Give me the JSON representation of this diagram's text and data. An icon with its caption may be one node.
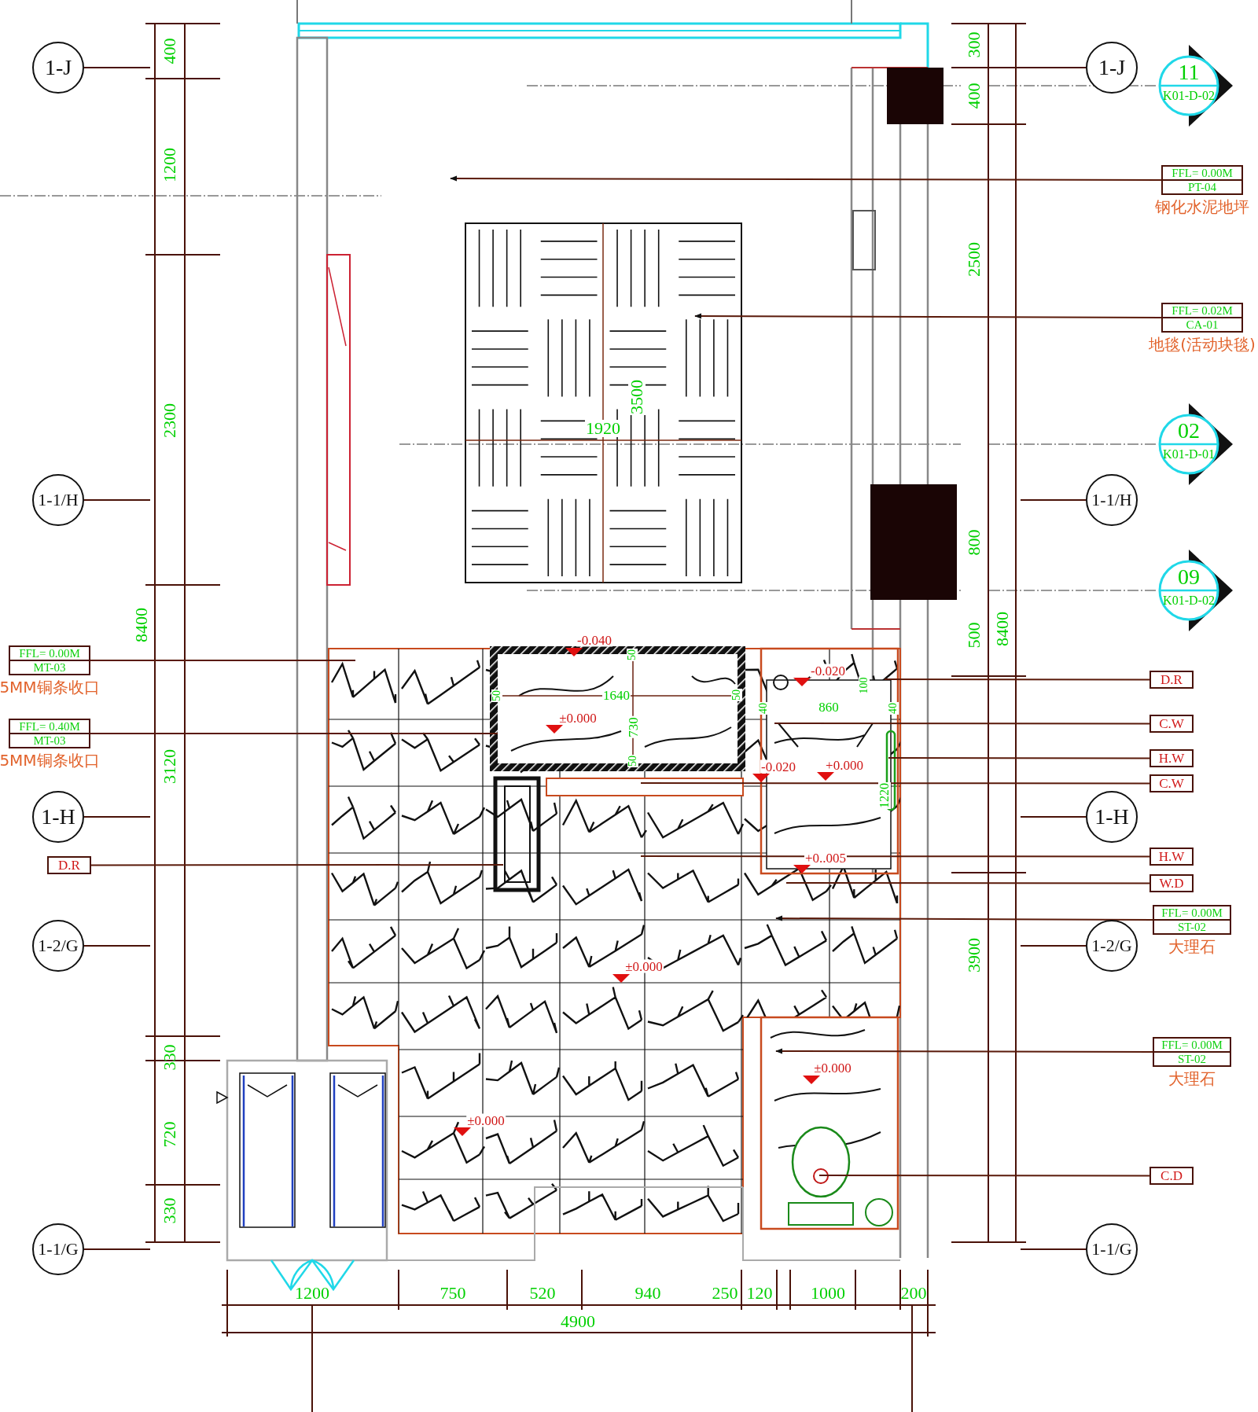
{
  "diagram": {
    "nodes": [
      {
        "text": [
          "1-J"
        ]
      },
      {
        "text": [
          "1-J"
        ]
      },
      {
        "text": [
          "11",
          "K01-D-02"
        ]
      },
      {
        "text": [
          "FFL= 0.00M",
          "PT-04"
        ],
        "beside": [
          "钢化水泥地坪"
        ]
      },
      {
        "text": [
          "FFL= 0.02M",
          "CA-01"
        ],
        "beside": [
          "地毯(活动块毯)"
        ]
      },
      {
        "text": [
          "02",
          "K01-D-01"
        ]
      },
      {
        "text": [
          "1-1/H"
        ]
      },
      {
        "text": [
          "1-1/H"
        ]
      },
      {
        "text": [
          "09",
          "K01-D-02"
        ]
      },
      {
        "text": [
          "FFL= 0.00M",
          "MT-03"
        ],
        "beside": [
          "5MM铜条收口"
        ]
      },
      {
        "text": [
          "D.R"
        ]
      },
      {
        "text": [
          "C.W"
        ]
      },
      {
        "text": [
          "FFL= 0.40M",
          "MT-03"
        ],
        "beside": [
          "5MM铜条收口"
        ]
      },
      {
        "text": [
          "H.W"
        ]
      },
      {
        "text": [
          "C.W"
        ]
      },
      {
        "text": [
          "1-H"
        ]
      },
      {
        "text": [
          "1-H"
        ]
      },
      {
        "text": [
          "H.W"
        ]
      },
      {
        "text": [
          "D.R"
        ]
      },
      {
        "text": [
          "W.D"
        ]
      },
      {
        "text": [
          "FFL= 0.00M",
          "ST-02"
        ],
        "beside": [
          "大理石"
        ]
      },
      {
        "text": [
          "1-2/G"
        ]
      },
      {
        "text": [
          "1-2/G"
        ]
      },
      {
        "text": [
          "FFL= 0.00M",
          "ST-02"
        ],
        "beside": [
          "大理石"
        ]
      },
      {
        "text": [
          "C.D"
        ]
      },
      {
        "text": [
          "1-1/G"
        ]
      },
      {
        "text": [
          "1-1/G"
        ]
      }
    ],
    "edges": [
      {
        "from": 3,
        "to": null,
        "arrow": "to"
      },
      {
        "from": 4,
        "to": null,
        "arrow": "to"
      },
      {
        "from": 9,
        "to": null,
        "arrow": "none"
      },
      {
        "from": 10,
        "to": null,
        "arrow": "none"
      },
      {
        "from": 11,
        "to": null,
        "arrow": "none"
      },
      {
        "from": 12,
        "to": null,
        "arrow": "none"
      },
      {
        "from": 13,
        "to": null,
        "arrow": "none"
      },
      {
        "from": 14,
        "to": null,
        "arrow": "none"
      },
      {
        "from": 17,
        "to": null,
        "arrow": "none"
      },
      {
        "from": 18,
        "to": null,
        "arrow": "none"
      },
      {
        "from": 19,
        "to": null,
        "arrow": "none"
      },
      {
        "from": 20,
        "to": null,
        "arrow": "to"
      },
      {
        "from": 23,
        "to": null,
        "arrow": "to"
      },
      {
        "from": 24,
        "to": null,
        "arrow": "none"
      }
    ],
    "labels": [
      "400",
      "1200",
      "2300",
      "8400",
      "3120",
      "330",
      "720",
      "330",
      "300",
      "400",
      "2500",
      "800",
      "500",
      "8400",
      "3900",
      "3500",
      "1920",
      "-0.040",
      "50",
      "50",
      "1640",
      "50",
      "±0.000",
      "730",
      "50",
      "-0.020",
      "100",
      "40",
      "860",
      "40",
      "-0.020",
      "+0.000",
      "1220",
      "+0..005",
      "±0.000",
      "±0.000",
      "±0.000",
      "1200",
      "750",
      "520",
      "940",
      "250",
      "120",
      "1000",
      "200",
      "4900"
    ]
  }
}
